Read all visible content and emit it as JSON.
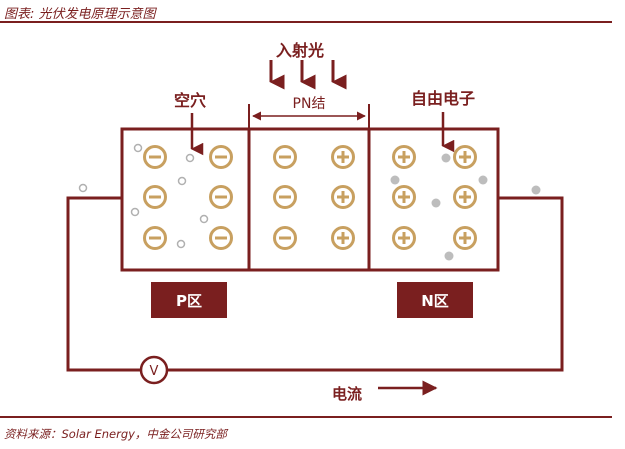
{
  "header": {
    "title": "图表: 光伏发电原理示意图"
  },
  "labels": {
    "incident_light": "入射光",
    "pn_junction": "PN结",
    "hole": "空穴",
    "free_electron": "自由电子",
    "p_region": "P区",
    "n_region": "N区",
    "voltmeter": "V",
    "current": "电流"
  },
  "footer": {
    "source": "资料来源：Solar Energy，中金公司研究部"
  },
  "colors": {
    "frame": "#7a1f1f",
    "ion": "#c8a060",
    "label_bg": "#7a1f1f",
    "electron": "#b8b8b8"
  },
  "charges": {
    "p_region": [
      "−",
      "−",
      "−",
      "−",
      "−",
      "−"
    ],
    "junction_left": [
      "−",
      "−",
      "−"
    ],
    "junction_right": [
      "+",
      "+",
      "+"
    ],
    "n_region": [
      "+",
      "+",
      "+",
      "+",
      "+",
      "+"
    ]
  }
}
